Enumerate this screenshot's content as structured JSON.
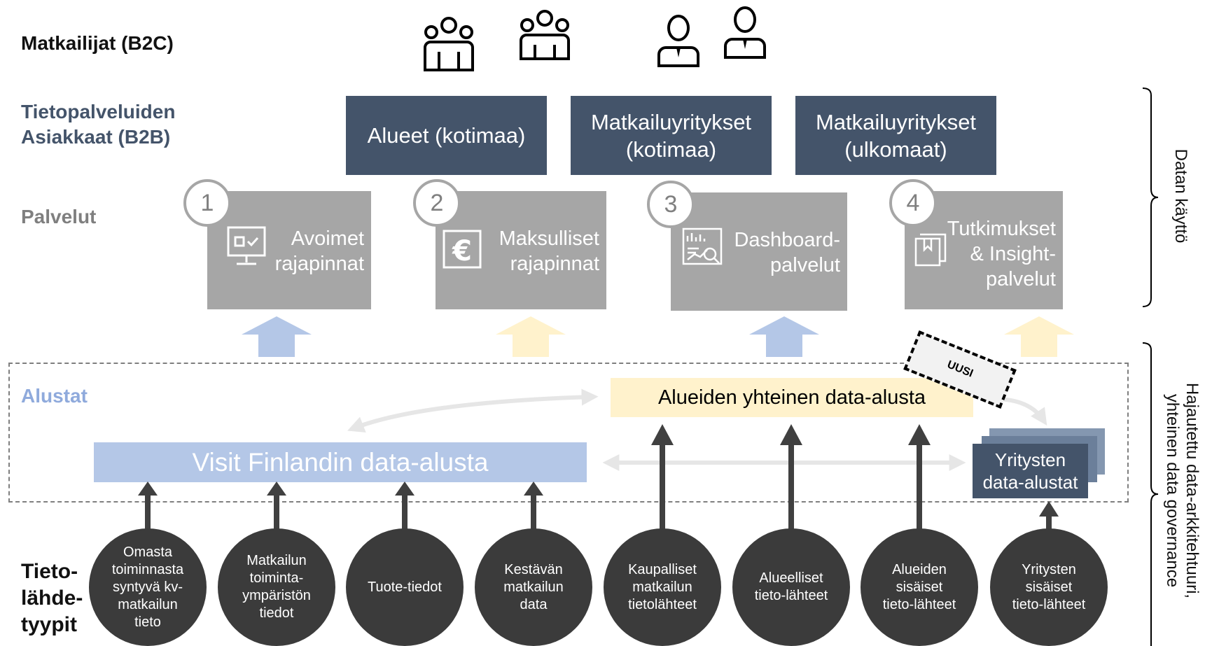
{
  "rows": {
    "b2c": "Matkailijat (B2C)",
    "b2b": "Tietopalveluiden\nAsiakkaat (B2B)",
    "services": "Palvelut",
    "platforms": "Alustat",
    "sources": "Tieto-\nlähde-\ntyypit"
  },
  "b2c_icons": [
    "group-icon",
    "group-icon",
    "person-icon",
    "person-icon"
  ],
  "b2b_customers": [
    "Alueet (kotimaa)",
    "Matkailuyritykset\n(kotimaa)",
    "Matkailuyritykset\n(ulkomaat)"
  ],
  "services": [
    {
      "number": "1",
      "label": "Avoimet\nrajapinnat",
      "icon": "monitor-check-icon"
    },
    {
      "number": "2",
      "label": "Maksulliset\nrajapinnat",
      "icon": "euro-icon"
    },
    {
      "number": "3",
      "label": "Dashboard-\npalvelut",
      "icon": "dashboard-icon"
    },
    {
      "number": "4",
      "label": "Tutkimukset\n& Insight-\npalvelut",
      "icon": "report-icon"
    }
  ],
  "platforms": {
    "visit_finland": "Visit Finlandin data-alusta",
    "regional": "Alueiden yhteinen data-alusta",
    "companies": "Yritysten\ndata-alustat",
    "new_badge": "UUSI"
  },
  "sources": [
    "Omasta\ntoiminnasta\nsyntyvä kv-\nmatkailun\ntieto",
    "Matkailun\ntoiminta-\nympäristön\ntiedot",
    "Tuote-tiedot",
    "Kestävän\nmatkailun\ndata",
    "Kaupalliset\nmatkailun\ntietolähteet",
    "Alueelliset\ntieto-lähteet",
    "Alueiden\nsisäiset\ntieto-lähteet",
    "Yritysten\nsisäiset\ntieto-lähteet"
  ],
  "side_labels": {
    "data_usage": "Datan käyttö",
    "architecture": "Hajautettu data-arkkitehtuuri,\nyhteinen data governance"
  },
  "colors": {
    "navy": "#44546a",
    "grey_box": "#a6a6a6",
    "light_blue": "#b4c7e7",
    "light_yellow": "#fff2cc",
    "dark_circle": "#3b3b3b",
    "arrow_blue": "#b4c7e7",
    "arrow_yellow": "#fff2cc"
  }
}
